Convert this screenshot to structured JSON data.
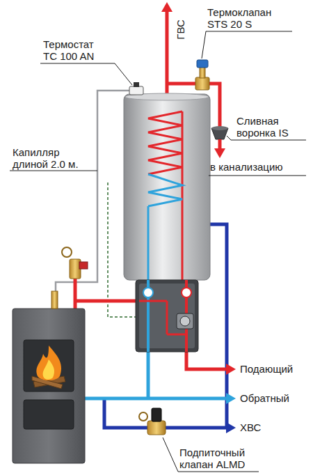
{
  "diagram": {
    "labels": [
      "Термостат TC 100 AN",
      "ГВС",
      "Термоклапан STS 20 S",
      "Сливная воронка IS",
      "в канализацию",
      "Капилляр длиной 2.0 м.",
      "Подающий",
      "Обратный",
      "ХВС",
      "Подпиточный клапан ALMD"
    ]
  }
}
